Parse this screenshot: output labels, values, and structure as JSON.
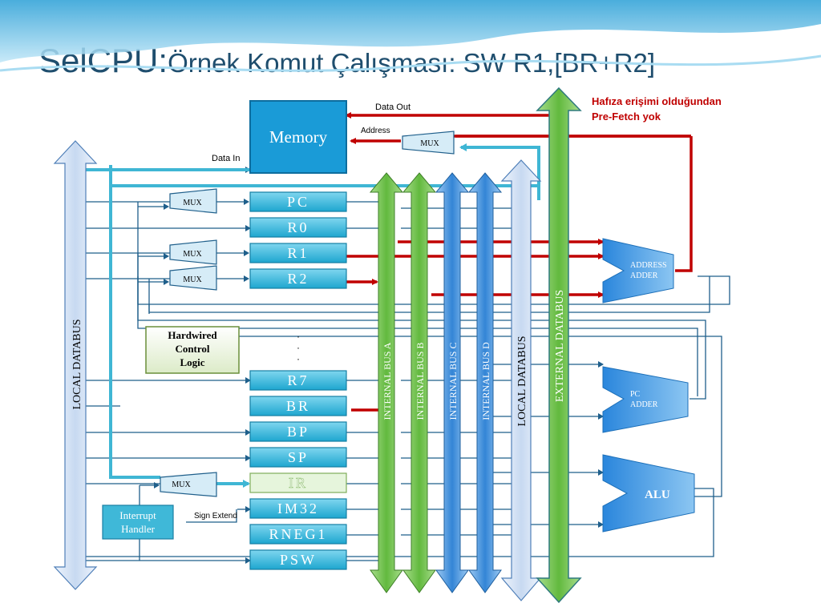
{
  "title": {
    "main": "SelCPU:",
    "sub": "Örnek Komut Çalışması: SW R1,[BR+R2]"
  },
  "note": {
    "line1": "Hafıza erişimi olduğundan",
    "line2": "Pre-Fetch yok"
  },
  "memory": {
    "label": "Memory",
    "data_out": "Data Out",
    "address": "Address",
    "data_in": "Data In"
  },
  "mux_label": "MUX",
  "registers": [
    "PC",
    "R0",
    "R1",
    "R2",
    "R7",
    "BR",
    "BP",
    "SP",
    "IR",
    "IM32",
    "RNEG1",
    "PSW"
  ],
  "ellipsis": "·",
  "buses": {
    "local_left": "LOCAL  DATABUS",
    "bus_a": "INTERNAL  BUS A",
    "bus_b": "INTERNAL  BUS B",
    "bus_c": "INTERNAL BUS C",
    "bus_d": "INTERNAL BUS D",
    "local_right": "LOCAL  DATABUS",
    "external": "EXTERNAL  DATABUS"
  },
  "hardwired": {
    "line1": "Hardwired",
    "line2": "Control",
    "line3": "Logic"
  },
  "interrupt": {
    "line1": "Interrupt",
    "line2": "Handler"
  },
  "sign_extend": "Sign Extend",
  "units": {
    "address_adder_1": "ADDRESS",
    "address_adder_2": "ADDER",
    "pc_adder_1": "PC",
    "pc_adder_2": "ADDER",
    "alu": "ALU"
  },
  "colors": {
    "title": "#1f4e6e",
    "active_path": "#c00000",
    "register_fill": "#3fb8d8",
    "memory_fill": "#1a9bd7",
    "bus_green": "#6cc24a",
    "bus_blue": "#3a8fd8",
    "adder_blue": "#2c8de0"
  }
}
